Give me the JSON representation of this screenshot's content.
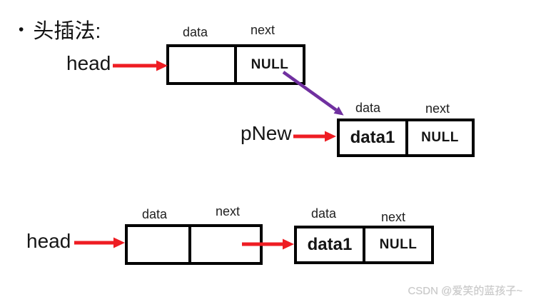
{
  "title": "头插法:",
  "bullet": "•",
  "colors": {
    "red": "#ee1d23",
    "purple": "#7030a0",
    "border": "#000000",
    "watermark": "#c8c8c8"
  },
  "top_diagram": {
    "head_label": "head",
    "pnew_label": "pNew",
    "first_node": {
      "field_labels": [
        "data",
        "next"
      ],
      "data_value": "",
      "next_value": "NULL"
    },
    "new_node": {
      "field_labels": [
        "data",
        "next"
      ],
      "data_value": "data1",
      "next_value": "NULL"
    }
  },
  "bottom_diagram": {
    "head_label": "head",
    "first_node": {
      "field_labels": [
        "data",
        "next"
      ],
      "data_value": "",
      "next_value": ""
    },
    "second_node": {
      "field_labels": [
        "data",
        "next"
      ],
      "data_value": "data1",
      "next_value": "NULL"
    }
  },
  "watermark": "CSDN @爱笑的蓝孩子~"
}
